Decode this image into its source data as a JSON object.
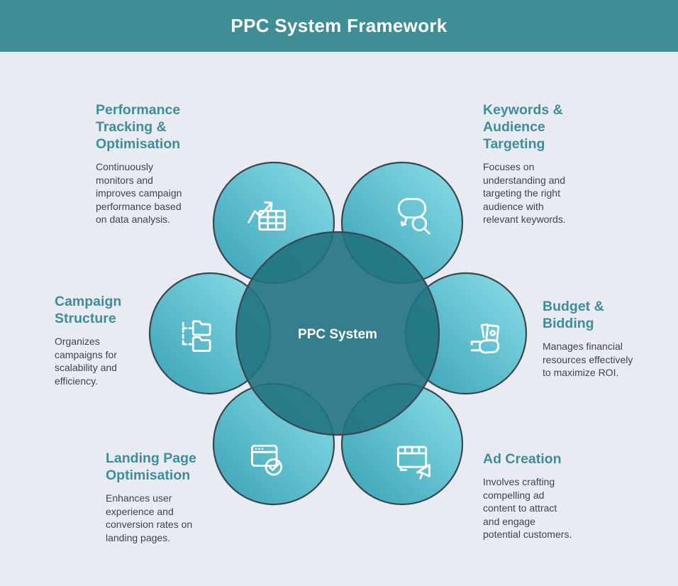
{
  "header": {
    "title": "PPC System Framework"
  },
  "center": {
    "label": "PPC System"
  },
  "nodes": [
    {
      "id": "performance-tracking",
      "heading": "Performance\nTracking &\nOptimisation",
      "description": "Continuously\nmonitors and\nimproves campaign\nperformance based\non data analysis.",
      "icon": "growth-chart-icon"
    },
    {
      "id": "keywords-audience-targeting",
      "heading": "Keywords &\nAudience\nTargeting",
      "description": "Focuses on\nunderstanding and\ntargeting the right\naudience with\nrelevant keywords.",
      "icon": "chat-search-icon"
    },
    {
      "id": "campaign-structure",
      "heading": "Campaign\nStructure",
      "description": "Organizes\ncampaigns for\nscalability and\nefficiency.",
      "icon": "folder-tree-icon"
    },
    {
      "id": "budget-bidding",
      "heading": "Budget &\nBidding",
      "description": "Manages financial\nresources effectively\nto maximize ROI.",
      "icon": "money-hand-icon"
    },
    {
      "id": "landing-page-optimisation",
      "heading": "Landing Page\nOptimisation",
      "description": "Enhances user\nexperience and\nconversion rates on\nlanding pages.",
      "icon": "browser-check-icon"
    },
    {
      "id": "ad-creation",
      "heading": "Ad Creation",
      "description": "Involves crafting\ncompelling ad\ncontent to attract\nand engage\npotential customers.",
      "icon": "ad-megaphone-icon"
    }
  ],
  "colors": {
    "header_bg": "#3f8e96",
    "page_bg": "#e9ebf2",
    "heading_teal": "#3f8d9a",
    "body_text": "#3f444c",
    "circle_stroke": "#3a4750",
    "outer_circle_gradient_start": "#2f9db2",
    "outer_circle_gradient_end": "#86dee8",
    "center_circle_fill": "#20737f",
    "icon_stroke": "#ffffff"
  }
}
